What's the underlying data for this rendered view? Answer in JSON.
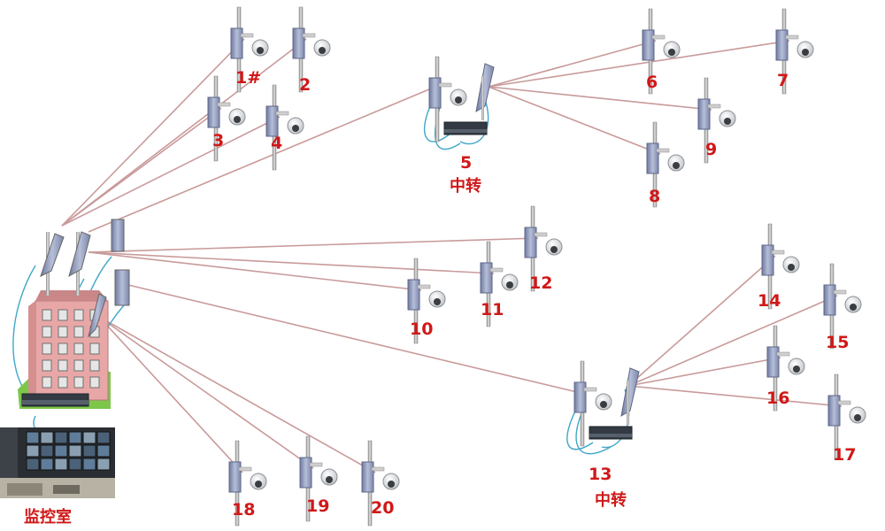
{
  "colors": {
    "link": "#c99a9a",
    "cable": "#3fa7c8",
    "label": "#d01818",
    "pole": "#9a9a9a",
    "panel": "#8f9ab8",
    "building": "#e8a7a7",
    "grass": "#7cc74a"
  },
  "labels": {
    "hub": "监控室",
    "relay_a": "中转",
    "relay_b": "中转"
  },
  "nodes": [
    {
      "id": "n1",
      "label": "1#"
    },
    {
      "id": "n2",
      "label": "2"
    },
    {
      "id": "n3",
      "label": "3"
    },
    {
      "id": "n4",
      "label": "4"
    },
    {
      "id": "n5",
      "label": "5"
    },
    {
      "id": "n6",
      "label": "6"
    },
    {
      "id": "n7",
      "label": "7"
    },
    {
      "id": "n8",
      "label": "8"
    },
    {
      "id": "n9",
      "label": "9"
    },
    {
      "id": "n10",
      "label": "10"
    },
    {
      "id": "n11",
      "label": "11"
    },
    {
      "id": "n12",
      "label": "12"
    },
    {
      "id": "n13",
      "label": "13"
    },
    {
      "id": "n14",
      "label": "14"
    },
    {
      "id": "n15",
      "label": "15"
    },
    {
      "id": "n16",
      "label": "16"
    },
    {
      "id": "n17",
      "label": "17"
    },
    {
      "id": "n18",
      "label": "18"
    },
    {
      "id": "n19",
      "label": "19"
    },
    {
      "id": "n20",
      "label": "20"
    }
  ],
  "links": [
    {
      "from": "hub",
      "to": "n1"
    },
    {
      "from": "hub",
      "to": "n2"
    },
    {
      "from": "hub",
      "to": "n3"
    },
    {
      "from": "hub",
      "to": "n4"
    },
    {
      "from": "hub",
      "to": "n5"
    },
    {
      "from": "n5",
      "to": "n6"
    },
    {
      "from": "n5",
      "to": "n7"
    },
    {
      "from": "n5",
      "to": "n8"
    },
    {
      "from": "n5",
      "to": "n9"
    },
    {
      "from": "hub",
      "to": "n10"
    },
    {
      "from": "hub",
      "to": "n11"
    },
    {
      "from": "hub",
      "to": "n12"
    },
    {
      "from": "hub",
      "to": "n13"
    },
    {
      "from": "hub",
      "to": "n18"
    },
    {
      "from": "hub",
      "to": "n19"
    },
    {
      "from": "hub",
      "to": "n20"
    },
    {
      "from": "n13",
      "to": "n14"
    },
    {
      "from": "n13",
      "to": "n15"
    },
    {
      "from": "n13",
      "to": "n16"
    },
    {
      "from": "n13",
      "to": "n17"
    }
  ]
}
